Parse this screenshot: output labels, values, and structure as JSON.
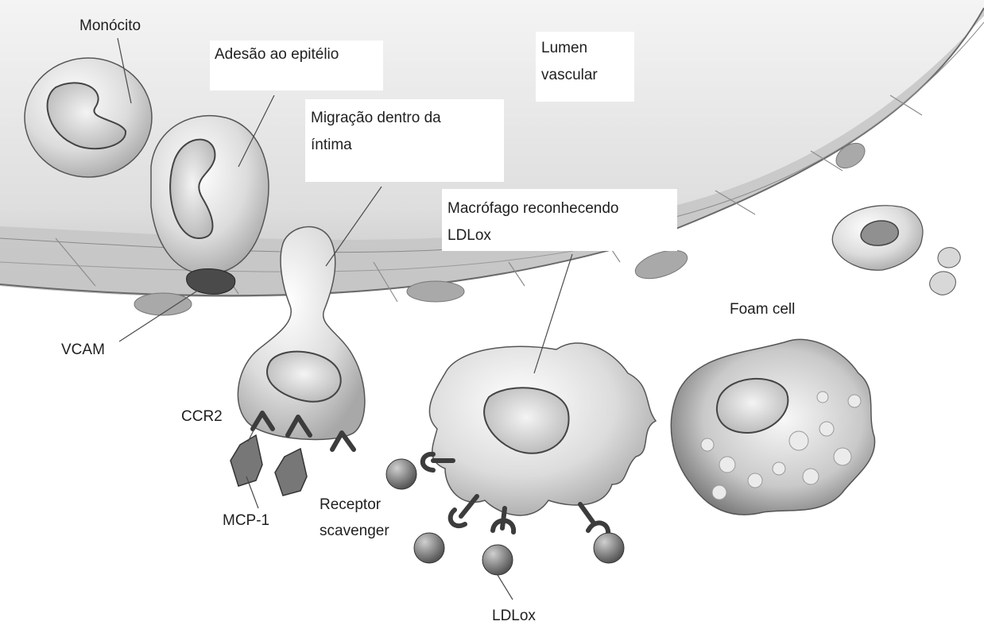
{
  "labels": {
    "monocito": "Monócito",
    "adesao": "Adesão ao epitélio",
    "lumen_1": "Lumen",
    "lumen_2": "vascular",
    "migracao_1": "Migração dentro da",
    "migracao_2": "íntima",
    "macrofago_1": "Macrófago reconhecendo",
    "macrofago_2": "LDLox",
    "foam_cell": "Foam cell",
    "vcam": "VCAM",
    "ccr2": "CCR2",
    "mcp1": "MCP-1",
    "receptor_1": "Receptor",
    "receptor_2": "scavenger",
    "ldlox": "LDLox"
  },
  "colors": {
    "vessel_wall": "#cfcfcf",
    "endothelium": "#bdbdbd",
    "cell_body": "#e6e6e6",
    "nucleus": "#d4d4d4",
    "receptor": "#3c3c3c",
    "ldl_particle": "#7a7a7a",
    "adhesion": "#4a4a4a"
  }
}
